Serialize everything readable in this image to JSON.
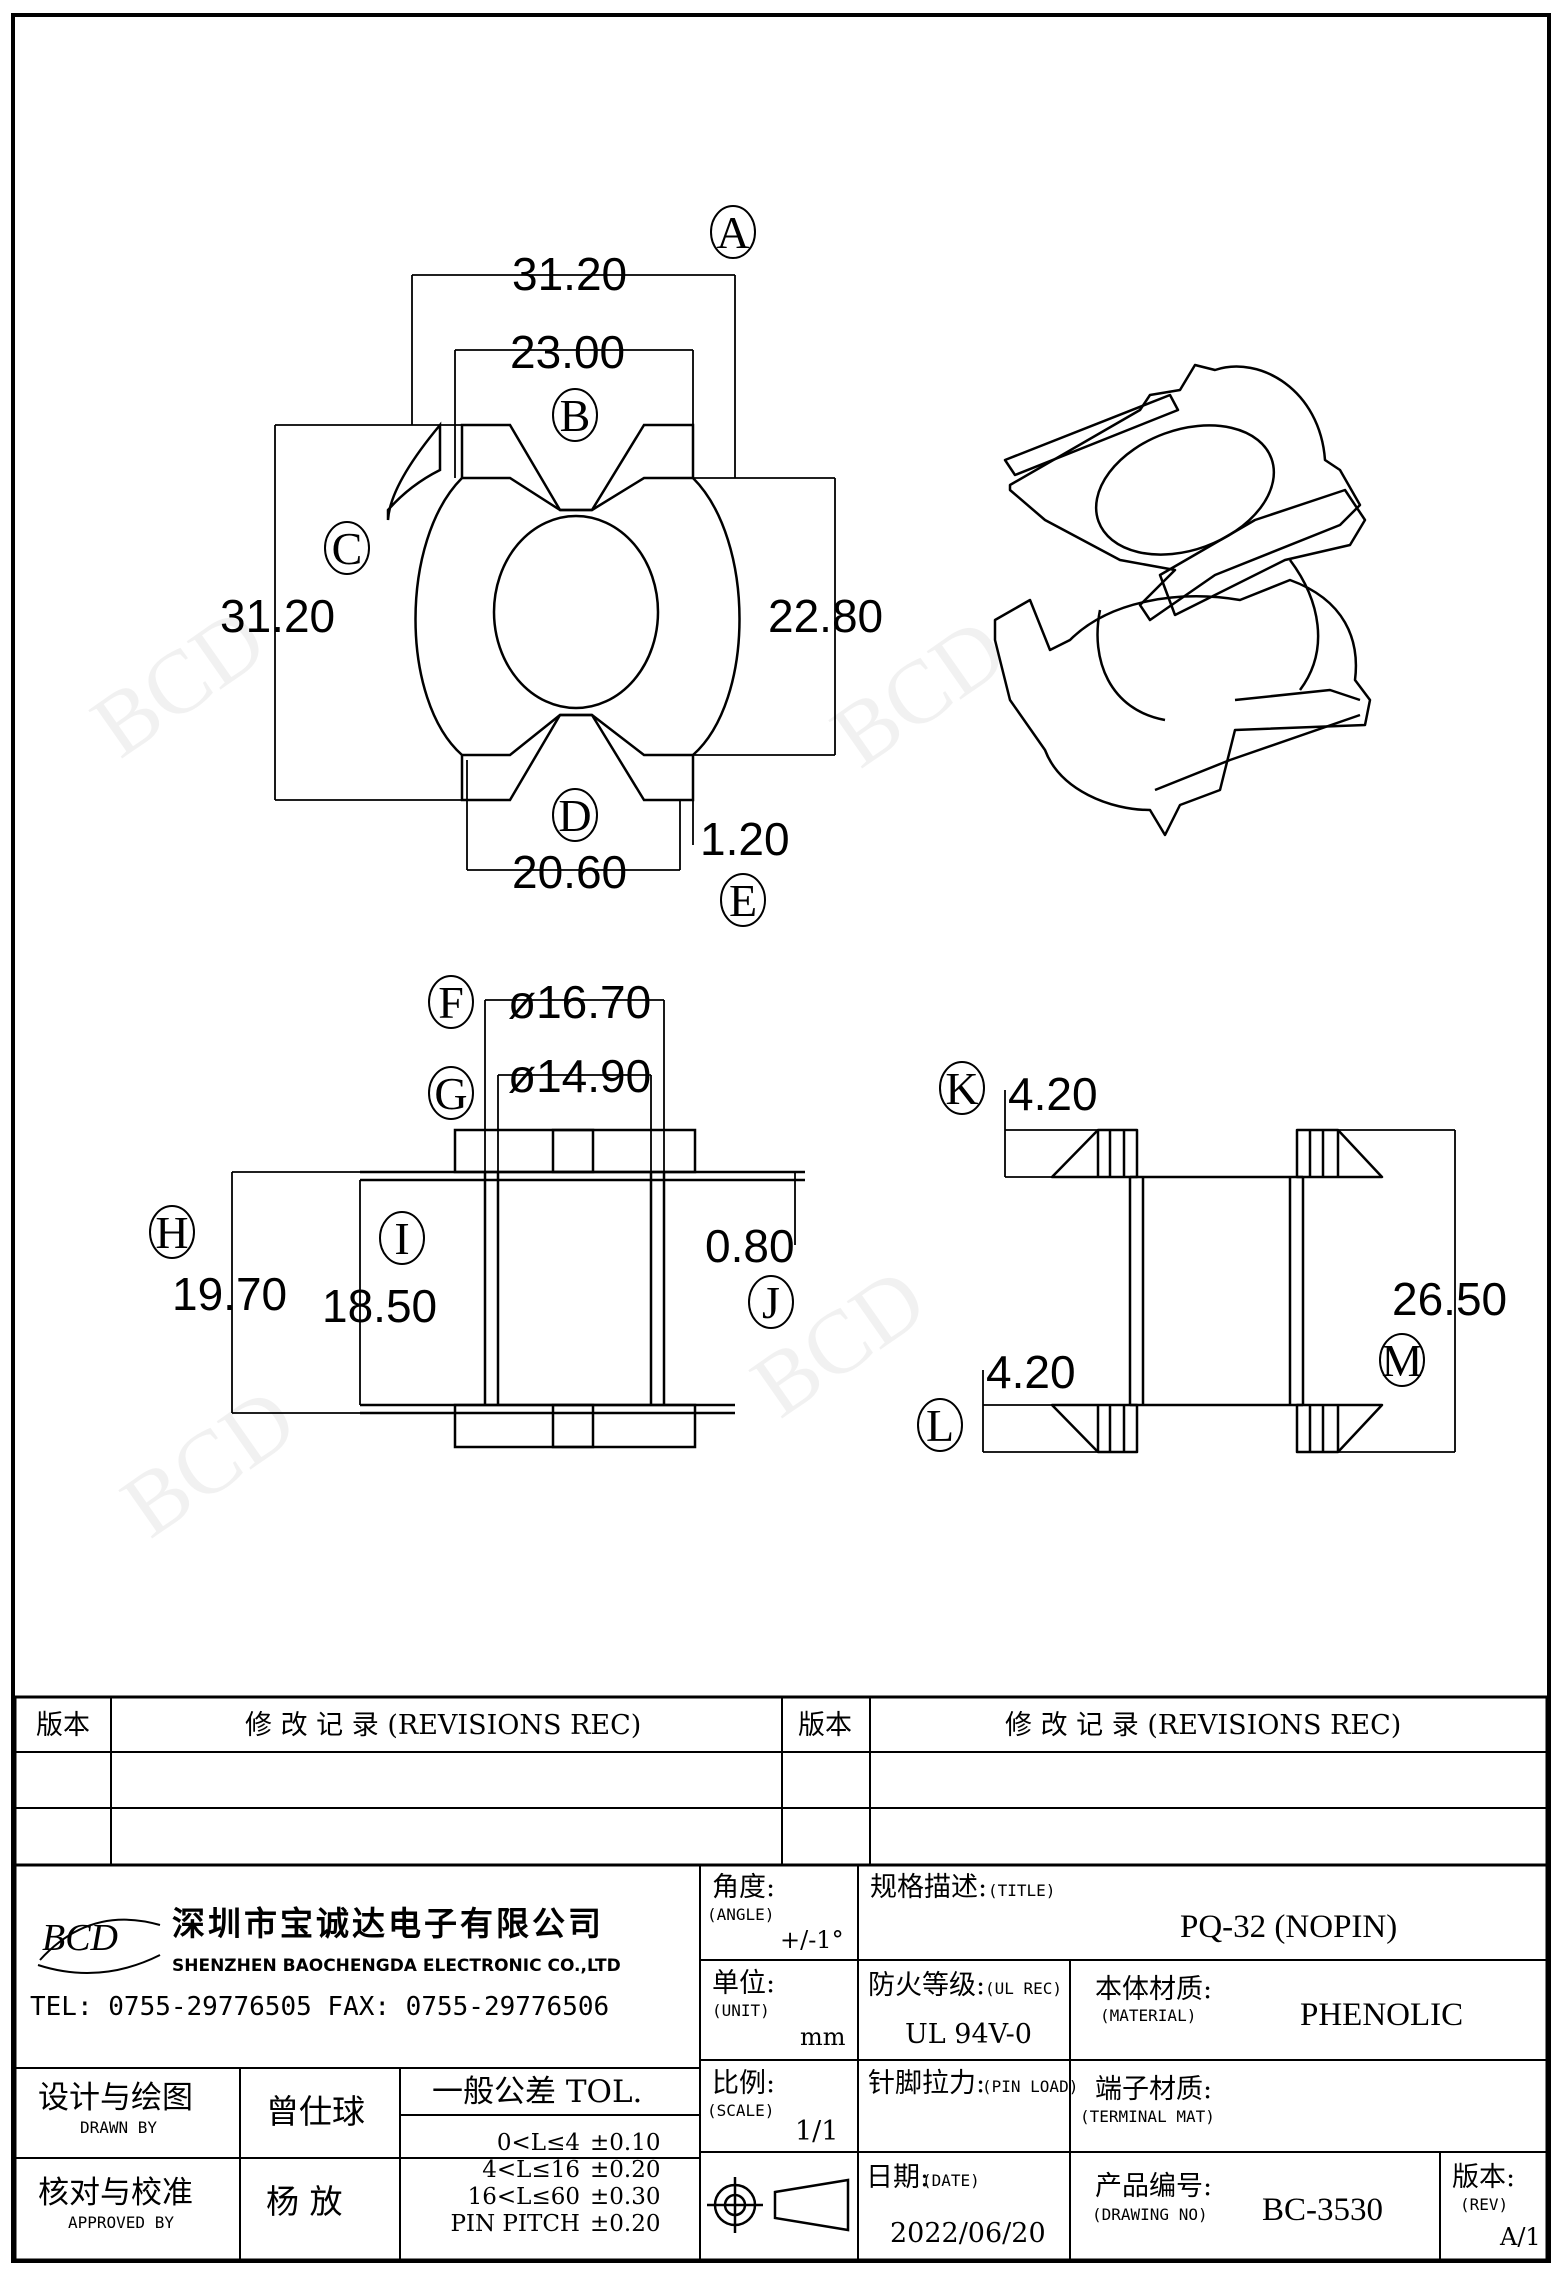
{
  "drawing": {
    "top_view": {
      "dims": {
        "A": "31.20",
        "B": "23.00",
        "C": "31.20",
        "D": "20.60",
        "E": "1.20",
        "side": "22.80"
      },
      "balloons": [
        "A",
        "B",
        "C",
        "D",
        "E"
      ]
    },
    "side_view": {
      "dims": {
        "F": "ø16.70",
        "G": "ø14.90",
        "H": "19.70",
        "I": "18.50",
        "J": "0.80"
      },
      "balloons": [
        "F",
        "G",
        "H",
        "I",
        "J"
      ]
    },
    "right_view": {
      "dims": {
        "K": "4.20",
        "L": "4.20",
        "M": "26.50"
      },
      "balloons": [
        "K",
        "L",
        "M"
      ]
    },
    "watermark": "BCD"
  },
  "revisions": {
    "version_label": "版本",
    "record_label": "修  改  记  录  (REVISIONS REC)"
  },
  "company": {
    "logo": "BCD",
    "name_cn": "深圳市宝诚达电子有限公司",
    "name_en": "SHENZHEN BAOCHENGDA ELECTRONIC CO.,LTD",
    "tel_fax": "TEL: 0755-29776505  FAX: 0755-29776506"
  },
  "title_block": {
    "designer_label_cn": "设计与绘图",
    "designer_label_en": "DRAWN BY",
    "designer": "曾仕球",
    "approver_label_cn": "核对与校准",
    "approver_label_en": "APPROVED BY",
    "approver": "杨  放",
    "tolerance_title": "一般公差 TOL.",
    "tolerances": [
      {
        "range": "0<L≤4",
        "value": "±0.10"
      },
      {
        "range": "4<L≤16",
        "value": "±0.20"
      },
      {
        "range": "16<L≤60",
        "value": "±0.30"
      },
      {
        "range": "PIN PITCH",
        "value": "±0.20"
      }
    ],
    "angle_label": "角度:",
    "angle_label_en": "(ANGLE)",
    "angle": "+/-1°",
    "unit_label": "单位:",
    "unit_label_en": "(UNIT)",
    "unit": "mm",
    "scale_label": "比例:",
    "scale_label_en": "(SCALE)",
    "scale": "1/1",
    "title_label": "规格描述:",
    "title_label_en": "(TITLE)",
    "title": "PQ-32 (NOPIN)",
    "ul_label": "防火等级:",
    "ul_label_en": "(UL REC)",
    "ul": "UL 94V-0",
    "material_label": "本体材质:",
    "material_label_en": "(MATERIAL)",
    "material": "PHENOLIC",
    "pin_load_label": "针脚拉力:",
    "pin_load_label_en": "(PIN LOAD)",
    "terminal_label": "端子材质:",
    "terminal_label_en": "(TERMINAL MAT)",
    "date_label": "日期:",
    "date_label_en": "(DATE)",
    "date": "2022/06/20",
    "drawing_no_label": "产品编号:",
    "drawing_no_label_en": "(DRAWING NO)",
    "drawing_no": "BC-3530",
    "rev_label": "版本:",
    "rev_label_en": "(REV)",
    "rev": "A/1"
  }
}
